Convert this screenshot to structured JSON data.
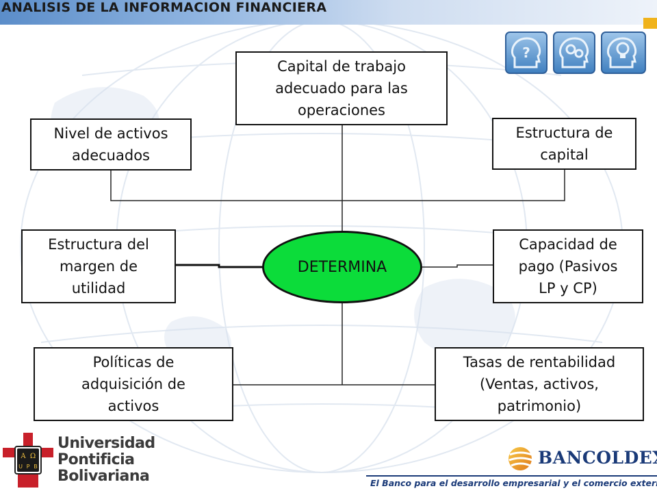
{
  "header": {
    "title": "ANALISIS DE LA INFORMACION FINANCIERA",
    "accent_color": "#5b8dc9",
    "stripe_color": "#f0b31c",
    "icons": [
      "question-head-icon",
      "gears-head-icon",
      "lightbulb-head-icon"
    ]
  },
  "diagram": {
    "center": {
      "label": "DETERMINA",
      "color": "#0cdc3a"
    },
    "nodes": {
      "capital_trabajo": [
        "Capital de trabajo",
        "adecuado para las",
        "operaciones"
      ],
      "nivel_activos": [
        "Nivel de activos",
        "adecuados"
      ],
      "estructura_capital": [
        "Estructura de",
        "capital"
      ],
      "estructura_margen": [
        "Estructura del",
        "margen de",
        "utilidad"
      ],
      "capacidad_pago": [
        "Capacidad de",
        "pago (Pasivos",
        "LP y CP)"
      ],
      "politicas_adquisicion": [
        "Políticas de",
        "adquisición de",
        "activos"
      ],
      "tasas_rentabilidad": [
        "Tasas de rentabilidad",
        "(Ventas, activos,",
        "patrimonio)"
      ]
    }
  },
  "footer": {
    "university": [
      "Universidad",
      "Pontificia",
      "Bolivariana"
    ],
    "seal_letters": [
      "A",
      "Ω",
      "U",
      "P",
      "B"
    ],
    "bank_name": "BANCOLDEX",
    "bank_color": "#1a3a78",
    "bank_tagline": "El Banco para el desarrollo empresarial y el comercio exterior"
  }
}
